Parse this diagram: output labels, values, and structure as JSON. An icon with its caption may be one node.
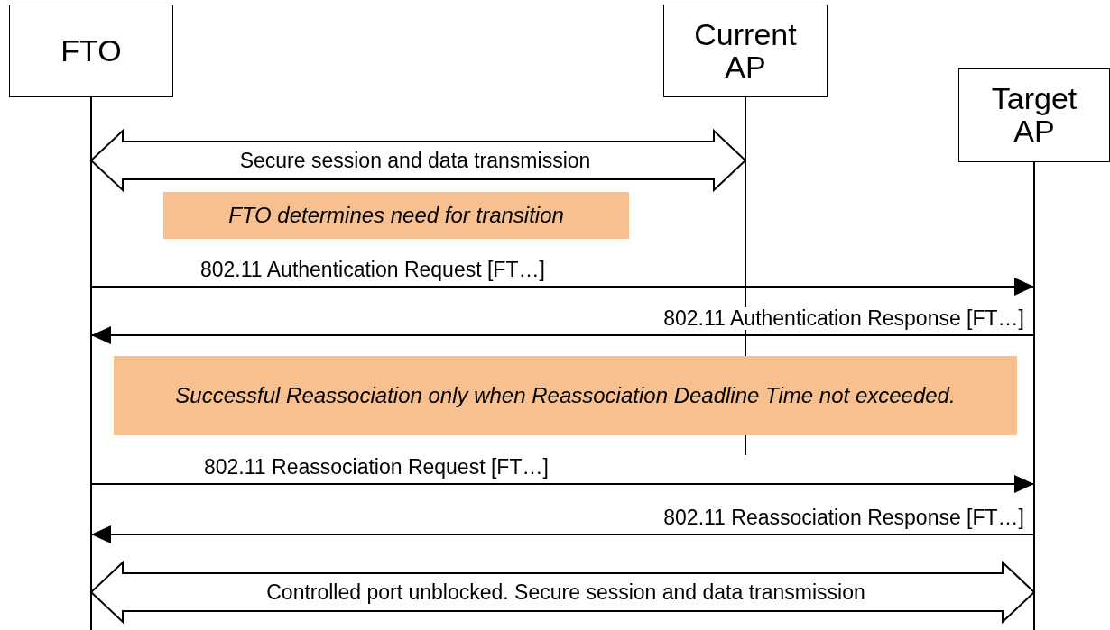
{
  "diagram": {
    "nodes": [
      {
        "text": [
          "FTO"
        ]
      },
      {
        "text": [
          "Current AP"
        ]
      },
      {
        "text": [
          "Target AP"
        ]
      },
      {
        "text": [
          "FTO determines need for transition"
        ]
      },
      {
        "text": [
          "Successful Reassociation only when Reassociation Deadline Time not exceeded."
        ]
      }
    ],
    "edges": [
      {
        "from": 0,
        "to": 1,
        "arrow": "both",
        "label": "Secure session and data transmission",
        "style": "thick"
      },
      {
        "from": 0,
        "to": 2,
        "arrow": "to",
        "label": "802.11 Authentication Request [FT…]"
      },
      {
        "from": 2,
        "to": 0,
        "arrow": "to",
        "label": "802.11 Authentication Response [FT…]"
      },
      {
        "from": 0,
        "to": 2,
        "arrow": "to",
        "label": "802.11 Reassociation Request [FT…]"
      },
      {
        "from": 2,
        "to": 0,
        "arrow": "to",
        "label": "802.11 Reassociation Response [FT…]"
      },
      {
        "from": 0,
        "to": 2,
        "arrow": "both",
        "label": "Controlled port unblocked. Secure session and data transmission",
        "style": "thick"
      }
    ]
  }
}
